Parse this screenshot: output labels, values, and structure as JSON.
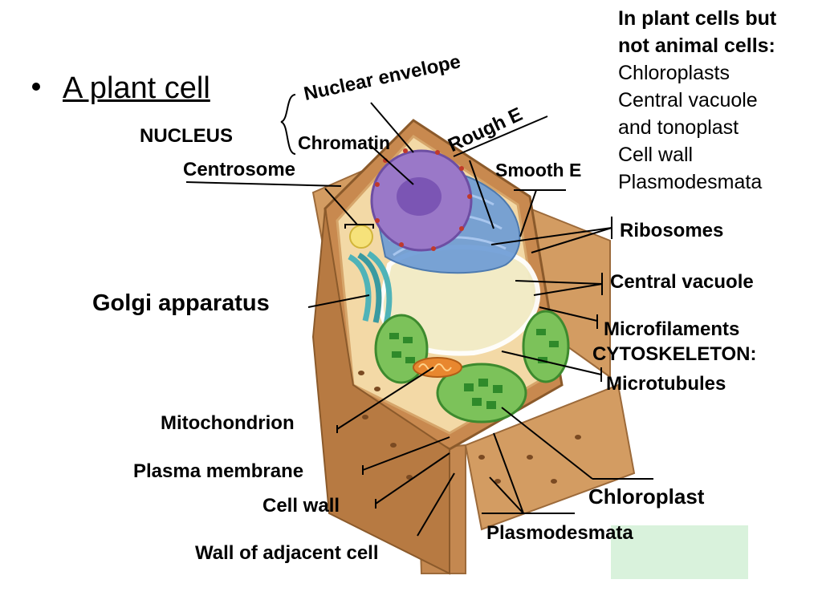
{
  "slide": {
    "bullet": "A plant cell"
  },
  "infobox": {
    "heading_line1": "In plant cells but",
    "heading_line2": "not animal cells:",
    "items": [
      "Chloroplasts",
      "Central vacuole",
      "and tonoplast",
      "Cell wall",
      "Plasmodesmata"
    ]
  },
  "labels": {
    "nuclear_envelope": "Nuclear envelope",
    "nucleus": "NUCLEUS",
    "chromatin": "Chromatin",
    "rough_er": "Rough E",
    "smooth_er": "Smooth E",
    "centrosome": "Centrosome",
    "ribosomes": "Ribosomes",
    "central_vacuole": "Central vacuole",
    "golgi": "Golgi apparatus",
    "microfilaments": "Microfilaments",
    "cytoskeleton": "CYTOSKELETON:",
    "microtubules": "Microtubules",
    "mitochondrion": "Mitochondrion",
    "plasma_membrane": "Plasma membrane",
    "cell_wall": "Cell wall",
    "chloroplast": "Chloroplast",
    "plasmodesmata": "Plasmodesmata",
    "wall_adjacent": "Wall of adjacent cell"
  },
  "colors": {
    "cell_wall": "#c8894f",
    "cytoplasm": "#f3d9a6",
    "nucleus": "#9a78c8",
    "er": "#6b9bd6",
    "vacuole": "#f2edc8",
    "chloroplast": "#5fb54a",
    "mitochondrion": "#e8872f",
    "golgi": "#4fb3b8",
    "highlight_box": "#d9f2dc"
  }
}
